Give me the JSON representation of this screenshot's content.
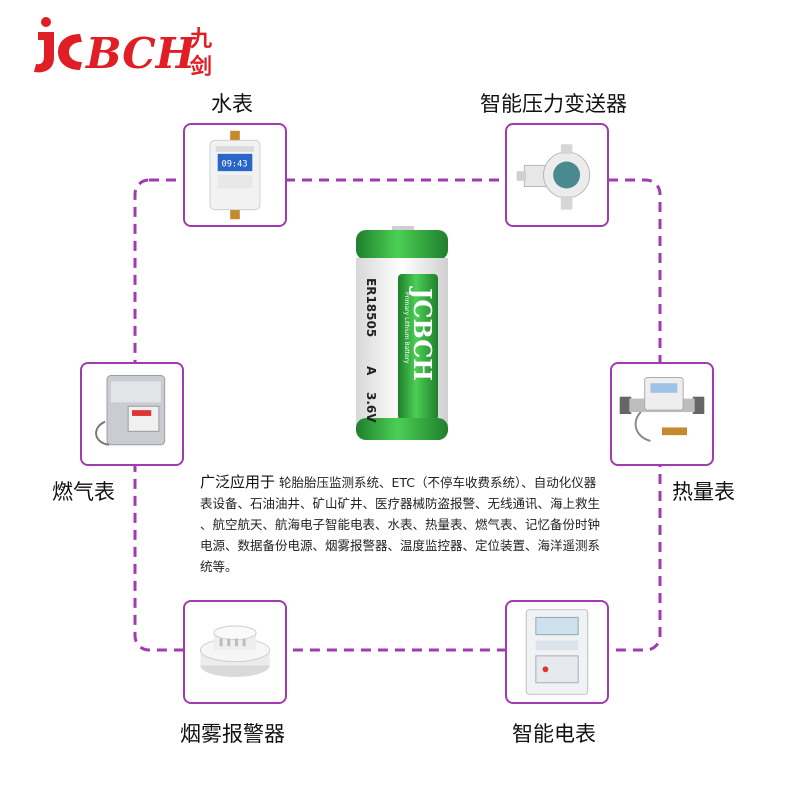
{
  "logo": {
    "brand": "jcBCH",
    "chinese": "九剑"
  },
  "items": [
    {
      "id": "water",
      "label": "水表",
      "icon": "water-meter-image"
    },
    {
      "id": "pressure",
      "label": "智能压力变送器",
      "icon": "pressure-transmitter-image"
    },
    {
      "id": "gas",
      "label": "燃气表",
      "icon": "gas-meter-image"
    },
    {
      "id": "heat",
      "label": "热量表",
      "icon": "heat-meter-image"
    },
    {
      "id": "smoke",
      "label": "烟雾报警器",
      "icon": "smoke-alarm-image"
    },
    {
      "id": "electric",
      "label": "智能电表",
      "icon": "electric-meter-image"
    }
  ],
  "battery": {
    "model": "ER18505",
    "grade": "A",
    "voltage": "3.6V",
    "brand": "JCBCH",
    "subtitle": "Primary Lithium Battery"
  },
  "description": {
    "lead": "广泛应用于",
    "lines": [
      "轮胎胎压监测系统、ETC（不停车收费系统）、自动化仪器",
      "表设备、石油油井、矿山矿井、医疗器械防盗报警、无线通讯、海上救生",
      "、航空航天、航海电子智能电表、水表、热量表、燃气表、记忆备份时钟",
      "电源、数据备份电源、烟雾报警器、温度监控器、定位装置、海洋遥测系",
      "统等。"
    ]
  },
  "colors": {
    "frame": "#a23ab1",
    "loop": "#a23ab1",
    "logo_red": "#e01e26",
    "battery_green": "#2fa23a"
  }
}
